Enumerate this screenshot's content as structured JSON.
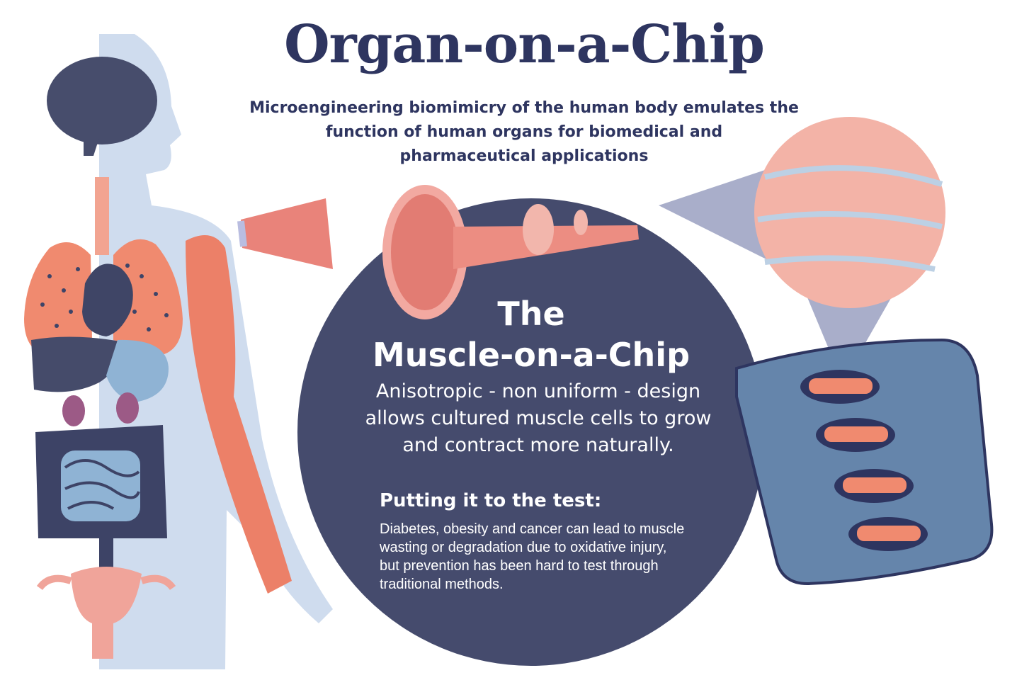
{
  "header": {
    "title": "Organ-on-a-Chip",
    "subtitle_lines": [
      "Microengineering biomimicry of the human body emulates the",
      "function of human organs for biomedical and",
      "pharmaceutical applications"
    ]
  },
  "muscle_chip": {
    "heading_lines": [
      "The",
      "Muscle-on-a-Chip"
    ],
    "description_lines": [
      "Anisotropic - non uniform - design",
      "allows cultured muscle cells to grow",
      "and contract more naturally."
    ],
    "test_heading": "Putting it to the test:",
    "test_body_lines": [
      "Diabetes, obesity and cancer can lead to muscle",
      "wasting or degradation due to oxidative injury,",
      "but prevention has been hard to test through",
      "traditional methods."
    ]
  },
  "colors": {
    "navy": "#2e3560",
    "circle": "#454b6d",
    "body_silhouette": "#cfdcee",
    "muscle": "#ec8068",
    "lung": "#f08a6f",
    "organ_dark": "#454b6a",
    "stomach": "#8fb3d4",
    "chip_plate": "#6585ab"
  },
  "icons": [
    "human-body-illustration",
    "brain-icon",
    "lungs-icon",
    "heart-icon",
    "liver-icon",
    "stomach-icon",
    "kidneys-icon",
    "intestines-icon",
    "uterus-icon",
    "arm-muscle-icon",
    "muscle-bundle-illustration",
    "magnified-muscle-fibers-icon",
    "muscle-chip-device-icon"
  ]
}
